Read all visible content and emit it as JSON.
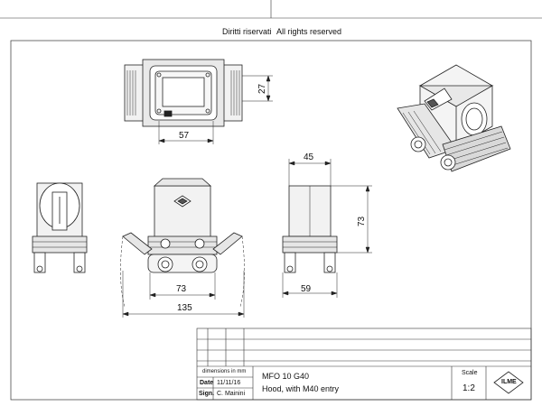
{
  "header": {
    "rights_it": "Diritti riservati",
    "rights_en": "All rights reserved"
  },
  "dimensions": {
    "top_width": "57",
    "top_height": "27",
    "side_width": "45",
    "side_height": "73",
    "front_base": "73",
    "front_overall": "135",
    "side_base": "59"
  },
  "title_block": {
    "dimensions_note": "dimensions in mm",
    "date_label": "Date",
    "date_value": "11/11/16",
    "sign_label": "Sign.",
    "sign_value": "C. Mainini",
    "code": "MFO 10 G40",
    "description": "Hood, with M40 entry",
    "scale_label": "Scale",
    "scale_value": "1:2",
    "logo_text": "ILME"
  }
}
